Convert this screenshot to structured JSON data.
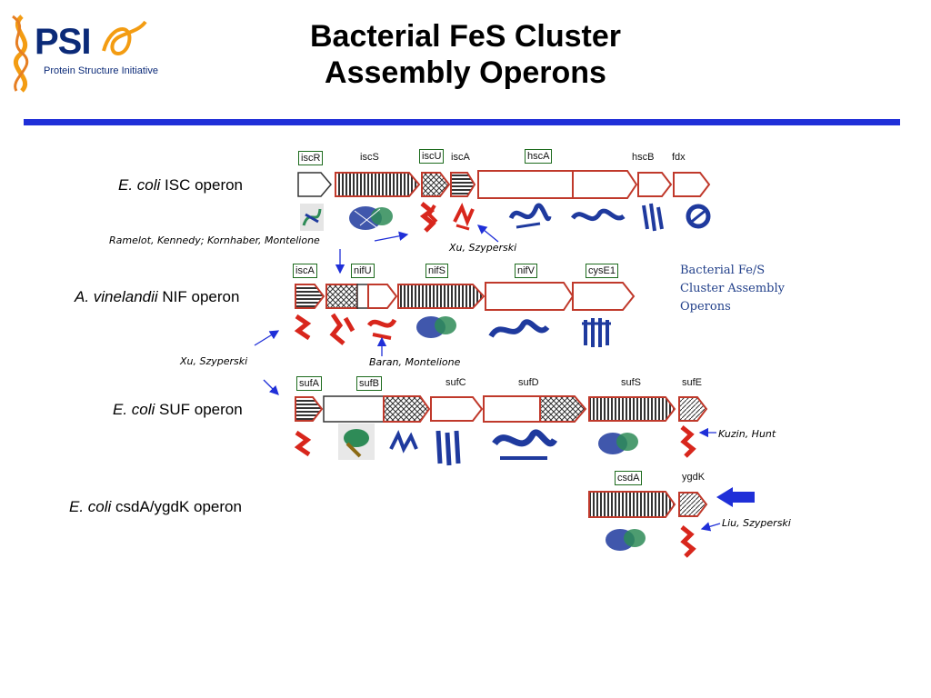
{
  "logo": {
    "mark": "PSI",
    "subtitle": "Protein Structure Initiative"
  },
  "title": {
    "line1": "Bacterial FeS Cluster",
    "line2": "Assembly Operons"
  },
  "legend": {
    "lines": [
      "Bacterial Fe/S",
      "Cluster Assembly",
      "Operons"
    ]
  },
  "colors": {
    "rule": "#1f2fd8",
    "gene_outline": "#c0392b",
    "solved_structure": "#d8261c",
    "other_structure": "#1f3a9e",
    "arrow": "#1f2fd8"
  },
  "operons": {
    "isc": {
      "italic": "E. coli",
      "rest": " ISC operon",
      "genes": [
        "iscR",
        "iscS",
        "iscU",
        "iscA",
        "hscA",
        "hscB",
        "fdx"
      ]
    },
    "nif": {
      "italic": "A. vinelandii",
      "rest": " NIF operon",
      "genes": [
        "iscA",
        "nifU",
        "nifS",
        "nifV",
        "cysE1"
      ]
    },
    "suf": {
      "italic": "E. coli",
      "rest": " SUF operon",
      "genes": [
        "sufA",
        "sufB",
        "sufC",
        "sufD",
        "sufS",
        "sufE"
      ]
    },
    "csd": {
      "italic": "E. coli",
      "rest": " csdA/ygdK operon",
      "genes": [
        "csdA",
        "ygdK"
      ]
    }
  },
  "credits": {
    "ramelot": "Ramelot, Kennedy; Kornhaber, Montelione",
    "xu1": "Xu, Szyperski",
    "xu2": "Xu, Szyperski",
    "baran": "Baran, Montelione",
    "kuzin": "Kuzin, Hunt",
    "liu": "Liu, Szyperski"
  }
}
